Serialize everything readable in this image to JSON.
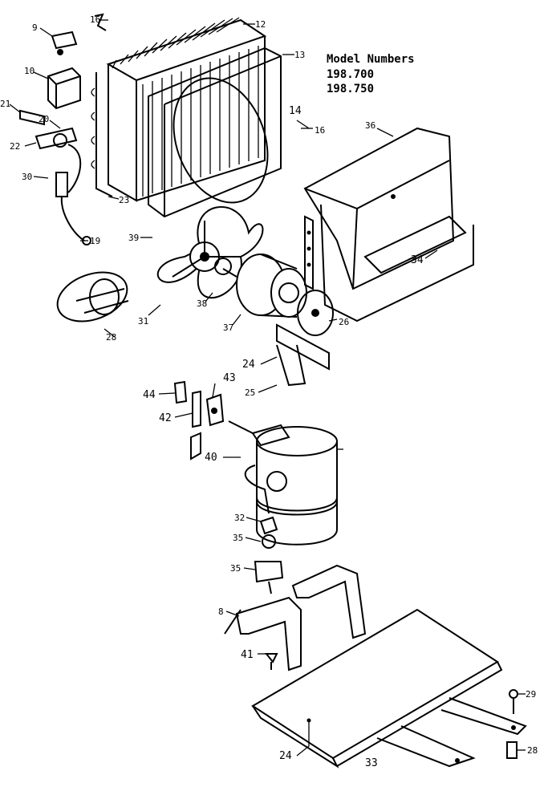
{
  "header": {
    "title": "Model Numbers",
    "models": [
      "198.700",
      "198.750"
    ]
  },
  "callouts": [
    {
      "id": "c16a",
      "text": "16"
    },
    {
      "id": "c12",
      "text": "12"
    },
    {
      "id": "c9",
      "text": "9"
    },
    {
      "id": "c13",
      "text": "13"
    },
    {
      "id": "c10",
      "text": "10"
    },
    {
      "id": "c21",
      "text": "21"
    },
    {
      "id": "c20",
      "text": "20"
    },
    {
      "id": "c22",
      "text": "22"
    },
    {
      "id": "c14",
      "text": "14"
    },
    {
      "id": "c16b",
      "text": "16"
    },
    {
      "id": "c30",
      "text": "30"
    },
    {
      "id": "c23",
      "text": "23"
    },
    {
      "id": "c19",
      "text": "19"
    },
    {
      "id": "c36",
      "text": "36"
    },
    {
      "id": "c34",
      "text": "34"
    },
    {
      "id": "c39",
      "text": "39"
    },
    {
      "id": "c26",
      "text": "26"
    },
    {
      "id": "c31",
      "text": "31"
    },
    {
      "id": "c37",
      "text": "37"
    },
    {
      "id": "c38",
      "text": "38"
    },
    {
      "id": "c28",
      "text": "28"
    },
    {
      "id": "c24a",
      "text": "24"
    },
    {
      "id": "c25a",
      "text": "25"
    },
    {
      "id": "c44",
      "text": "44"
    },
    {
      "id": "c43",
      "text": "43"
    },
    {
      "id": "c42",
      "text": "42"
    },
    {
      "id": "c40",
      "text": "40"
    },
    {
      "id": "c32",
      "text": "32"
    },
    {
      "id": "c35a",
      "text": "35"
    },
    {
      "id": "c35b",
      "text": "35"
    },
    {
      "id": "c8",
      "text": "8"
    },
    {
      "id": "c41",
      "text": "41"
    },
    {
      "id": "c29",
      "text": "29"
    },
    {
      "id": "c24b",
      "text": "24"
    },
    {
      "id": "c28b",
      "text": "28"
    },
    {
      "id": "c33",
      "text": "33"
    }
  ]
}
